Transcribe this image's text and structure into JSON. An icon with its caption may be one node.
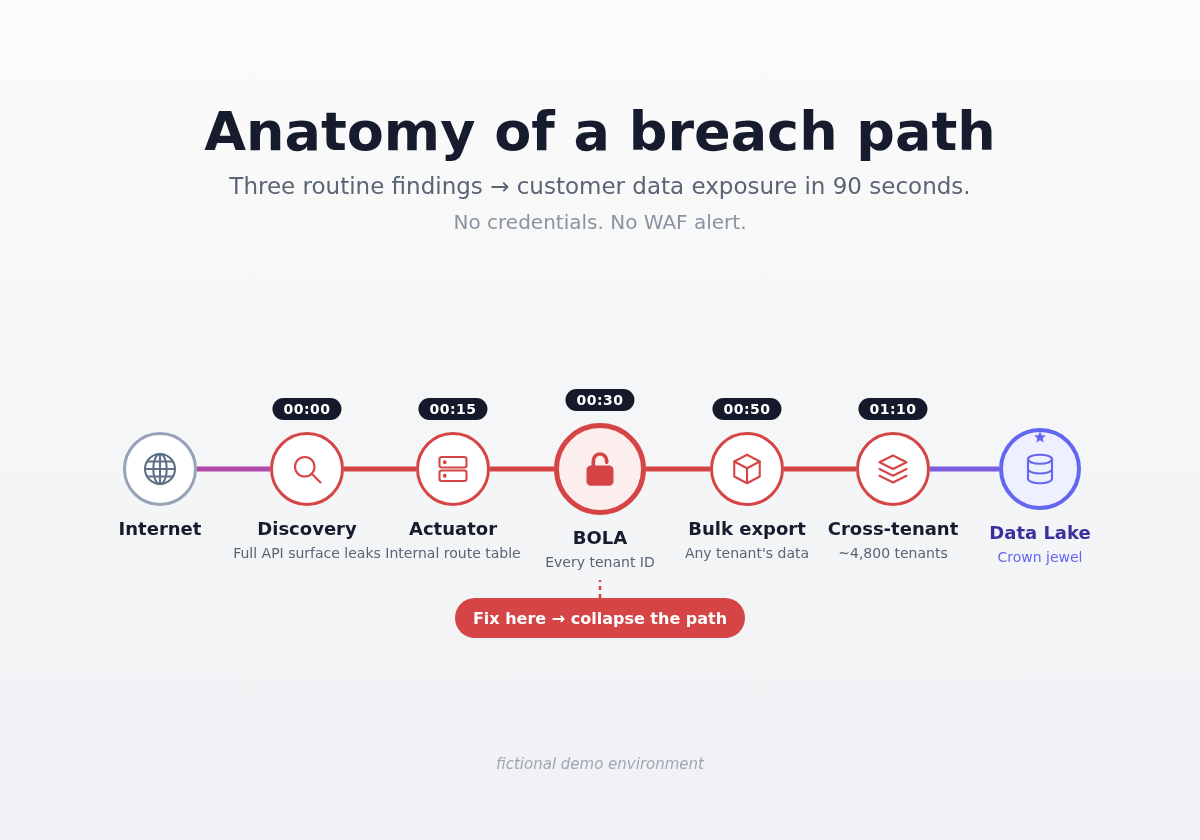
{
  "diagram": {
    "title": "Anatomy of a breach path",
    "nodes": [
      {
        "text": [
          "Internet"
        ]
      },
      {
        "text": [
          "Discovery",
          "Full API surface leaks"
        ],
        "beside": [
          "00:00"
        ]
      },
      {
        "text": [
          "Actuator",
          "Internal route table"
        ],
        "beside": [
          "00:15"
        ]
      },
      {
        "text": [
          "BOLA",
          "Every tenant ID"
        ],
        "beside": [
          "00:30"
        ]
      },
      {
        "text": [
          "Bulk export",
          "Any tenant's data"
        ],
        "beside": [
          "00:50"
        ]
      },
      {
        "text": [
          "Cross-tenant",
          "~4,800 tenants"
        ],
        "beside": [
          "01:10"
        ]
      },
      {
        "text": [
          "Data Lake",
          "Crown jewel"
        ]
      },
      {
        "text": [
          "Fix here → collapse the path"
        ]
      }
    ],
    "edges": [
      {
        "from": 0,
        "to": 1,
        "arrow": "none",
        "color": "#b048a8"
      },
      {
        "from": 1,
        "to": 2,
        "arrow": "none"
      },
      {
        "from": 2,
        "to": 3,
        "arrow": "none"
      },
      {
        "from": 3,
        "to": 4,
        "arrow": "none"
      },
      {
        "from": 4,
        "to": 5,
        "arrow": "none"
      },
      {
        "from": 5,
        "to": 6,
        "arrow": "none",
        "color": "#7c5ce0"
      },
      {
        "from": 7,
        "to": 3,
        "arrow": "none",
        "style": "dashed"
      }
    ],
    "labels": [
      "Three routine findings → customer data exposure in 90 seconds.",
      "No credentials. No WAF alert.",
      "fictional demo environment"
    ]
  }
}
